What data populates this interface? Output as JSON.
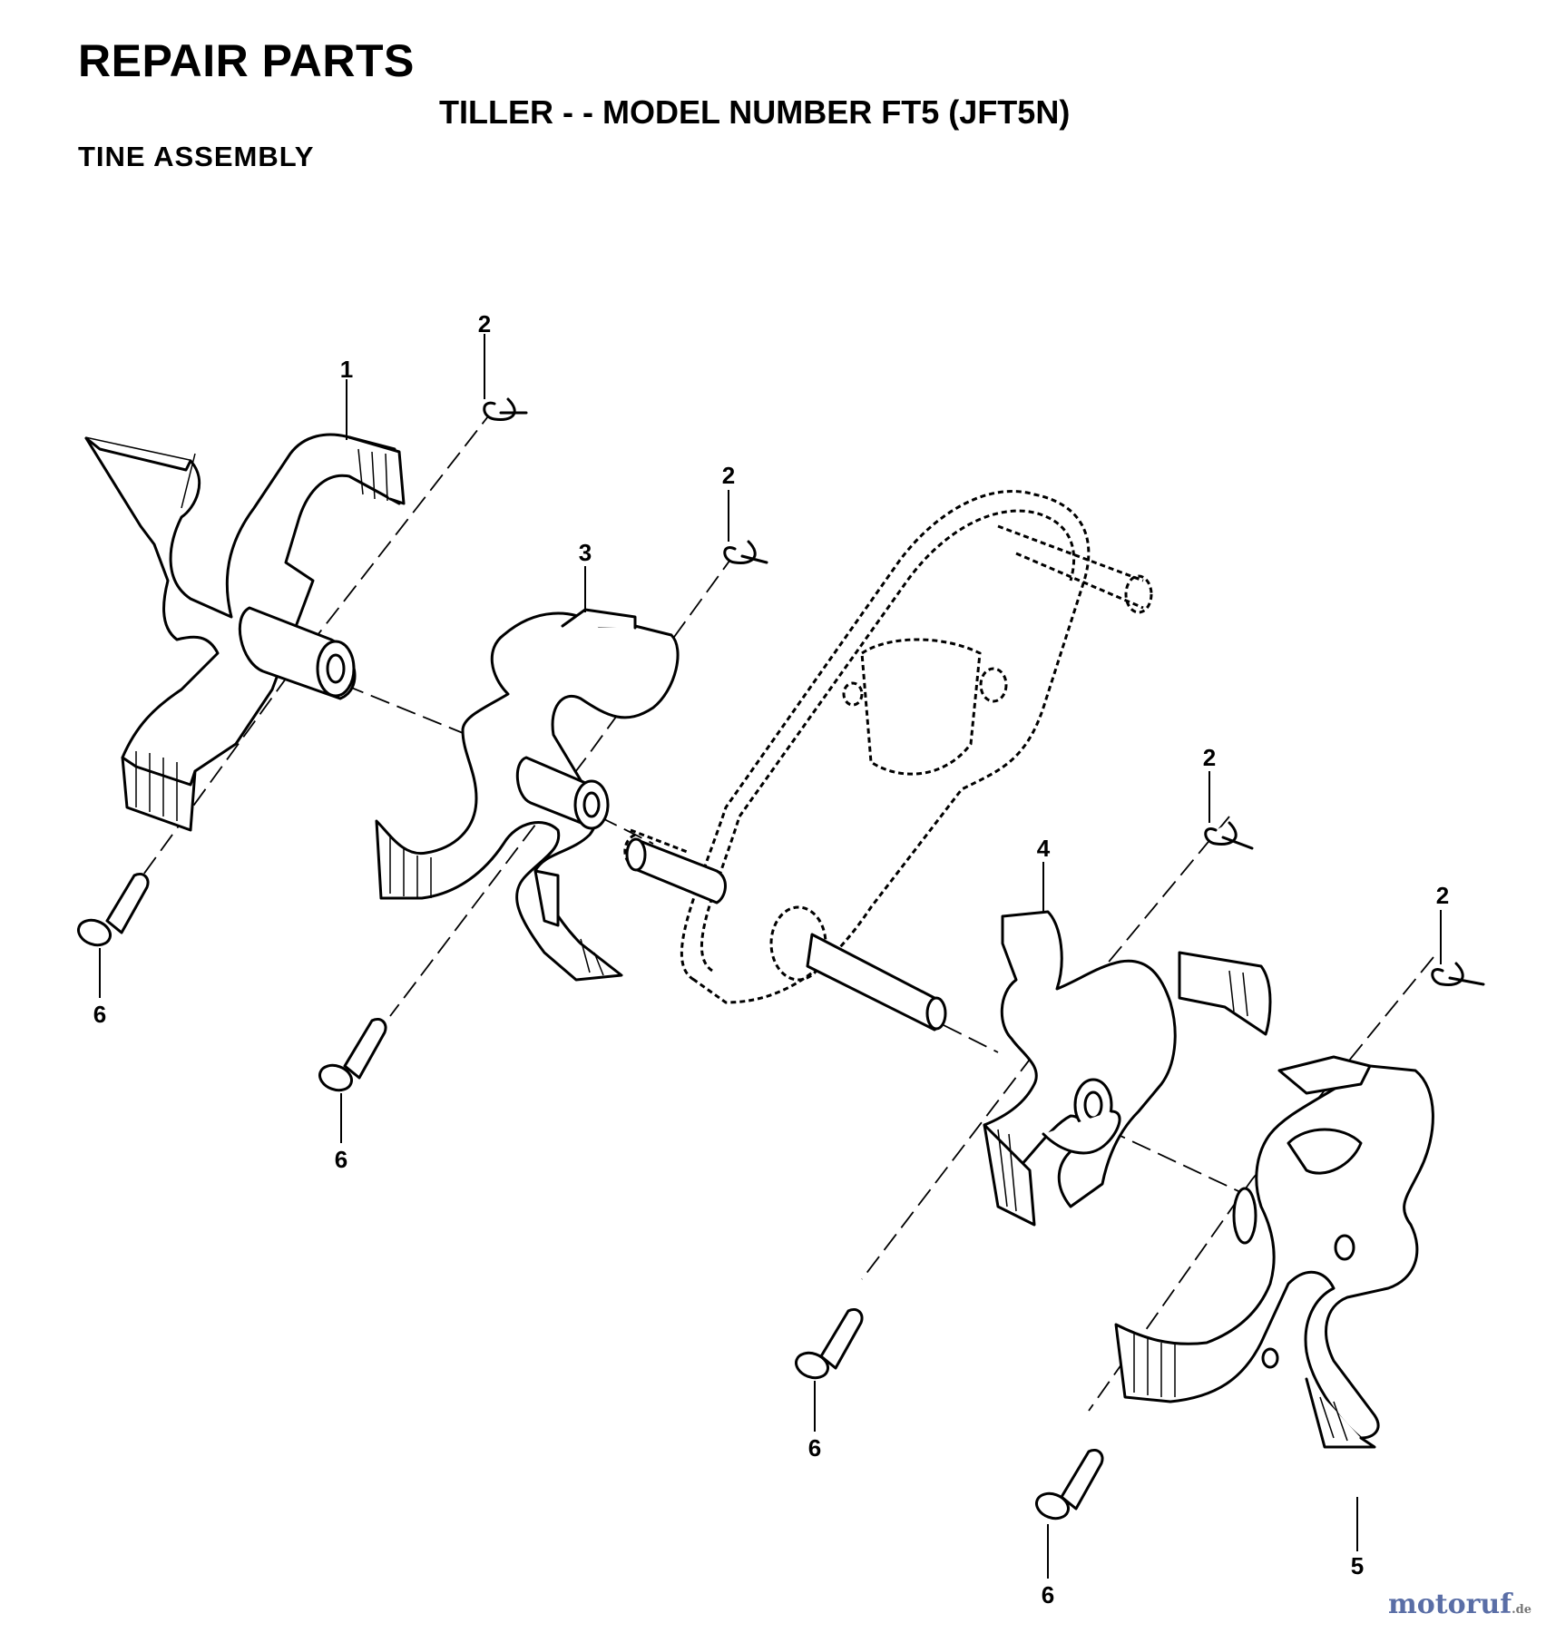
{
  "header": {
    "title": "REPAIR PARTS",
    "model_line": "TILLER - - MODEL NUMBER FT5 (JFT5N)",
    "section": "TINE ASSEMBLY"
  },
  "callouts": {
    "c1": "1",
    "c2a": "2",
    "c2b": "2",
    "c2c": "2",
    "c2d": "2",
    "c3": "3",
    "c4": "4",
    "c5": "5",
    "c6a": "6",
    "c6b": "6",
    "c6c": "6",
    "c6d": "6"
  },
  "watermark": {
    "brand": "motoruf",
    "suffix": ".de"
  },
  "colors": {
    "ink": "#000000",
    "paper": "#ffffff",
    "watermark": "#5a6ea6"
  }
}
